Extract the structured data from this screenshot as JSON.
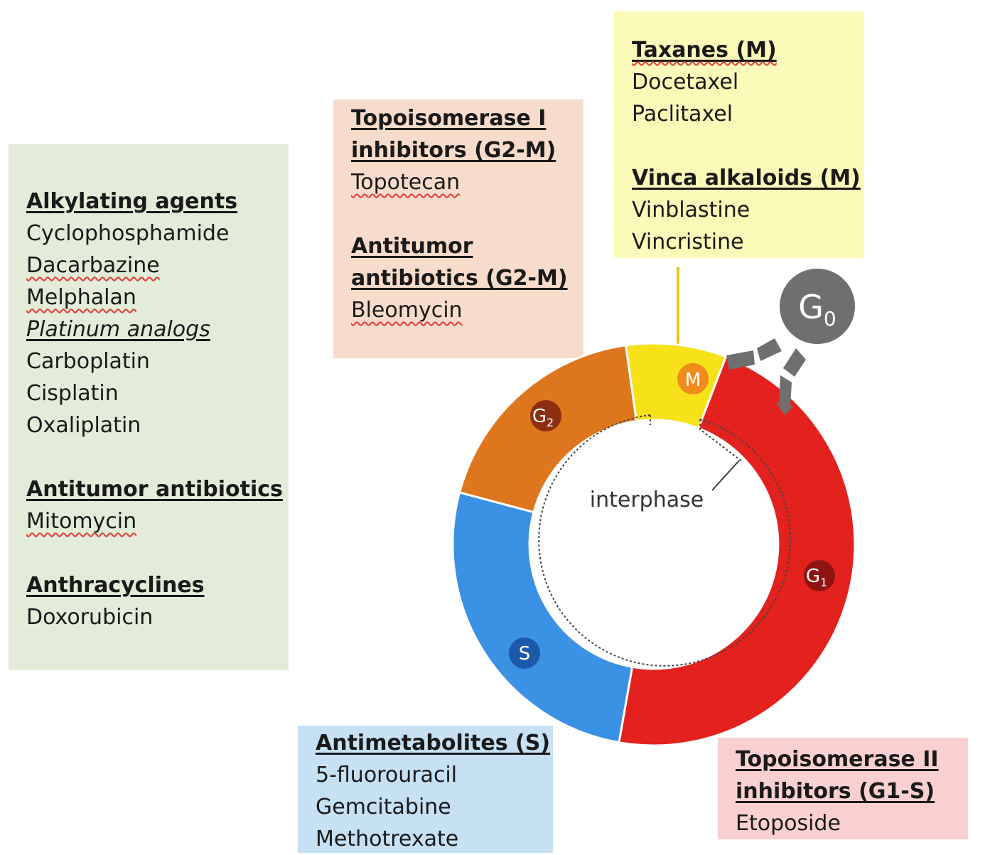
{
  "green": {
    "alkylating_heading": "Alkylating agents",
    "alkylating_drugs": [
      "Cyclophosphamide",
      "Dacarbazine",
      "Melphalan"
    ],
    "platinum_heading": "Platinum analogs",
    "platinum_drugs": [
      "Carboplatin",
      "Cisplatin",
      "Oxaliplatin"
    ],
    "antitumor_heading": "Antitumor antibiotics",
    "antitumor_drugs": [
      "Mitomycin"
    ],
    "anthracyclines_heading": "Anthracyclines",
    "anthracyclines_drugs": [
      "Doxorubicin"
    ]
  },
  "orange": {
    "topo1_heading_line1": "Topoisomerase I",
    "topo1_heading_line2": "inhibitors (G2-M)",
    "topo1_drugs": [
      "Topotecan"
    ],
    "antitumor_heading_line1": "Antitumor",
    "antitumor_heading_line2": "antibiotics (G2-M)",
    "antitumor_drugs": [
      "Bleomycin"
    ]
  },
  "yellow": {
    "taxanes_heading": "Taxanes (M)",
    "taxanes_drugs": [
      "Docetaxel",
      "Paclitaxel"
    ],
    "vinca_heading": "Vinca alkaloids (M)",
    "vinca_drugs": [
      "Vinblastine",
      "Vincristine"
    ]
  },
  "blue": {
    "heading": "Antimetabolites (S)",
    "drugs": [
      "5-fluorouracil",
      "Gemcitabine",
      "Methotrexate"
    ]
  },
  "pink": {
    "heading_line1": "Topoisomerase II",
    "heading_line2": "inhibitors (G1-S)",
    "drugs": [
      "Etoposide"
    ]
  },
  "cycle": {
    "interphase_label": "interphase",
    "phases": {
      "m": {
        "letter": "M",
        "sub": "",
        "color": "#f7e21a",
        "badge": "#f08b1c"
      },
      "g1": {
        "letter": "G",
        "sub": "1",
        "color": "#e3221d",
        "badge": "#8d1411"
      },
      "s": {
        "letter": "S",
        "sub": "",
        "color": "#3b91e3",
        "badge": "#1d59aa"
      },
      "g2": {
        "letter": "G",
        "sub": "2",
        "color": "#de761e",
        "badge": "#8b2f10"
      }
    },
    "g0": {
      "letter": "G",
      "sub": "0",
      "color": "#6f6f6f"
    }
  }
}
